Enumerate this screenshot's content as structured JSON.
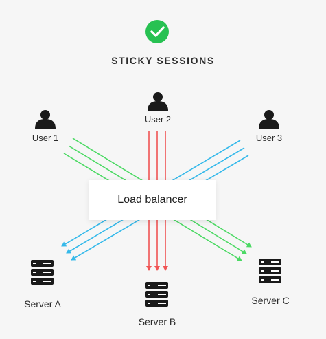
{
  "title": "STICKY SESSIONS",
  "status_icon": "check-circle-icon",
  "load_balancer": {
    "label": "Load balancer"
  },
  "users": [
    {
      "label": "User 1",
      "icon": "user-icon"
    },
    {
      "label": "User 2",
      "icon": "user-icon"
    },
    {
      "label": "User 3",
      "icon": "user-icon"
    }
  ],
  "servers": [
    {
      "label": "Server A",
      "icon": "server-icon"
    },
    {
      "label": "Server B",
      "icon": "server-icon"
    },
    {
      "label": "Server C",
      "icon": "server-icon"
    }
  ],
  "colors": {
    "check": "#27c152",
    "user1_flow": "#4cd964",
    "user2_flow": "#f05454",
    "user3_flow": "#35b9ea",
    "icon": "#1a1a1a"
  }
}
